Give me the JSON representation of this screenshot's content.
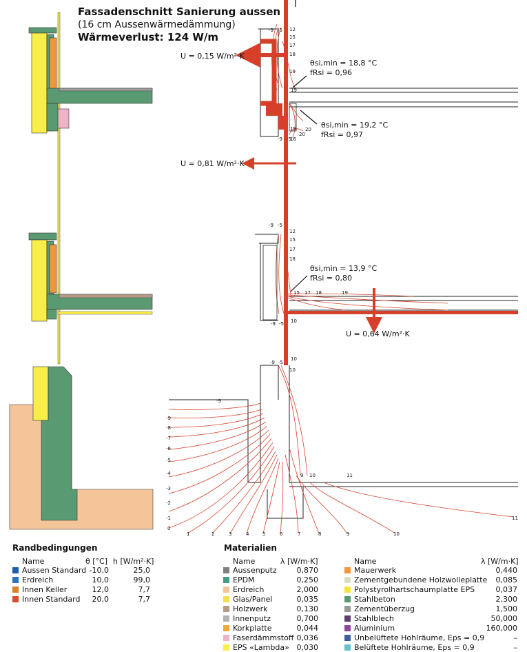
{
  "header": {
    "title": "Fassadenschnitt Sanierung aussen",
    "subtitle": "(16 cm Aussenwärmedämmung)",
    "heatloss": "Wärmeverlust: 124 W/m"
  },
  "annotations": {
    "u1": "U = 0,15 W/m²·K",
    "u2": "U = 0,81 W/m²·K",
    "u3": "U = 0,64 W/m²·K",
    "theta1": "θsi,min = 18,8 °C",
    "f1": "fRsi = 0,96",
    "theta2": "θsi,min = 19,2 °C",
    "f2": "fRsi = 0,97",
    "theta3": "θsi,min = 13,9 °C",
    "f3": "fRsi = 0,80"
  },
  "isotherm_labels": {
    "top": [
      "-9",
      "-5",
      "12",
      "15",
      "17",
      "18",
      "19",
      "19",
      "19",
      "20",
      "20",
      "-9",
      "-5",
      "16"
    ],
    "middle": [
      "-9",
      "-5",
      "12",
      "15",
      "17",
      "18",
      "15",
      "17",
      "18",
      "19",
      "-9",
      "-5",
      "10"
    ],
    "bottom_left": [
      "-9",
      "-9",
      "-8",
      "-7",
      "-6",
      "-5",
      "-4",
      "-3",
      "-2",
      "-1",
      "0"
    ],
    "bottom_row": [
      "1",
      "2",
      "3",
      "4",
      "5",
      "6",
      "7",
      "8",
      "9",
      "10"
    ],
    "bottom_other": [
      "-9",
      "-5",
      "10",
      "10",
      "9",
      "10",
      "11",
      "11"
    ]
  },
  "randbedingungen": {
    "title": "Randbedingungen",
    "col_name": "Name",
    "col_theta": "θ [°C]",
    "col_h": "h [W/m²·K]",
    "rows": [
      {
        "name": "Aussen Standard",
        "theta": "-10,0",
        "h": "25,0",
        "color": "#1f5fa8"
      },
      {
        "name": "Erdreich",
        "theta": "10,0",
        "h": "99,0",
        "color": "#2d74b8"
      },
      {
        "name": "Innen Keller",
        "theta": "12,0",
        "h": "7,7",
        "color": "#d8832c"
      },
      {
        "name": "Innen Standard",
        "theta": "20,0",
        "h": "7,7",
        "color": "#d2502c"
      }
    ]
  },
  "materialien": {
    "title": "Materialien",
    "col_name": "Name",
    "col_lambda": "λ [W/m·K]",
    "left": [
      {
        "name": "Aussenputz",
        "lambda": "0,870",
        "color": "#808080"
      },
      {
        "name": "EPDM",
        "lambda": "0,250",
        "color": "#3f9e86"
      },
      {
        "name": "Erdreich",
        "lambda": "2,000",
        "color": "#f5c59a"
      },
      {
        "name": "Glas/Panel",
        "lambda": "0,035",
        "color": "#f2e24a"
      },
      {
        "name": "Holzwerk",
        "lambda": "0,130",
        "color": "#b59b86"
      },
      {
        "name": "Innenputz",
        "lambda": "0,700",
        "color": "#b3b3b3"
      },
      {
        "name": "Korkplatte",
        "lambda": "0,044",
        "color": "#f0a838"
      },
      {
        "name": "Faserdämmstoff",
        "lambda": "0,036",
        "color": "#efb3c6"
      },
      {
        "name": "EPS «Lambda»",
        "lambda": "0,030",
        "color": "#f7ee4a"
      }
    ],
    "right": [
      {
        "name": "Mauerwerk",
        "lambda": "0,440",
        "color": "#f0963c"
      },
      {
        "name": "Zementgebundene Holzwolleplatte",
        "lambda": "0,085",
        "color": "#dcdcc4"
      },
      {
        "name": "Polystyrolhartschaumplatte EPS",
        "lambda": "0,037",
        "color": "#f3e440"
      },
      {
        "name": "Stahlbeton",
        "lambda": "2,300",
        "color": "#5a9a72"
      },
      {
        "name": "Zementüberzug",
        "lambda": "1,500",
        "color": "#9a9a9a"
      },
      {
        "name": "Stahlblech",
        "lambda": "50,000",
        "color": "#5f3f72"
      },
      {
        "name": "Aluminium",
        "lambda": "160,000",
        "color": "#8e4a9a"
      },
      {
        "name": "Unbelüftete Hohlräume, Eps = 0,9",
        "lambda": "–",
        "color": "#3f5f9a"
      },
      {
        "name": "Belüftete Hohlräume, Eps = 0,9",
        "lambda": "–",
        "color": "#6ac0cc"
      }
    ]
  }
}
